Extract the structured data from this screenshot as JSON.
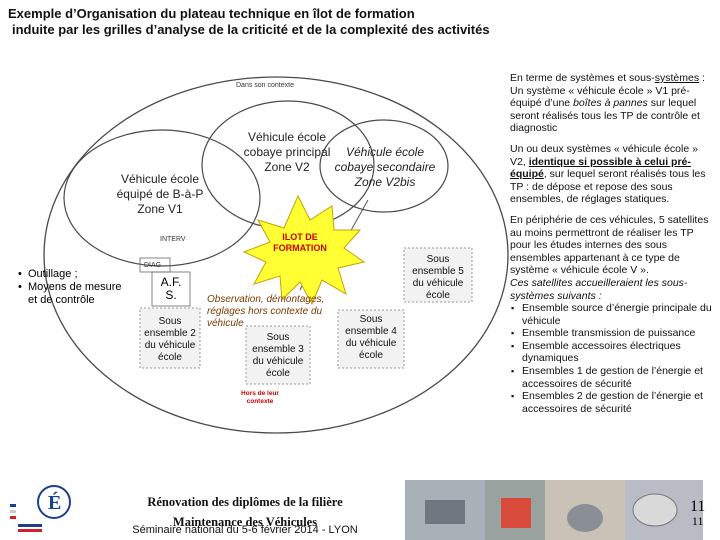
{
  "title": {
    "line1": "Exemple d’Organisation du plateau technique en îlot de formation",
    "line2": "induite par les grilles d’analyse de la criticité et de la complexité des activités"
  },
  "diagram": {
    "context_label": "Dans son contexte",
    "main_vehicle": [
      "Véhicule école",
      "cobaye principal",
      "Zone V2"
    ],
    "secondary_vehicle": [
      "Véhicule école",
      "cobaye secondaire",
      "Zone V2bis"
    ],
    "bap_vehicle": [
      "Véhicule école",
      "équipé de B-à-P",
      "Zone V1"
    ],
    "interv_label": "INTERV",
    "diag_label": "DIAG",
    "af_label": [
      "A.F.",
      "S."
    ],
    "ilot_label": [
      "ILOT DE",
      "FORMATION"
    ],
    "observation": [
      "Observation, démontages,",
      "réglages hors contexte du",
      "véhicule"
    ],
    "subset2": [
      "Sous",
      "ensemble 2",
      "du véhicule",
      "école"
    ],
    "subset3": [
      "Sous",
      "ensemble 3",
      "du véhicule",
      "école"
    ],
    "subset4": [
      "Sous",
      "ensemble 4",
      "du véhicule",
      "école"
    ],
    "subset5": [
      "Sous",
      "ensemble 5",
      "du véhicule",
      "école"
    ],
    "out_of_context": [
      "Hors de leur",
      "contexte"
    ],
    "colors": {
      "ellipse_stroke": "#4a4a4a",
      "star_fill": "#ffff33",
      "star_stroke": "#c8a000",
      "ilot_text": "#cc0000",
      "out_text": "#cc0000",
      "observation_text": "#7a3b00",
      "box_fill": "#f2f2f2"
    }
  },
  "left_list": [
    "Outillage ;",
    "Moyens de mesure et de contrôle"
  ],
  "right_col": {
    "p1_a": "En terme de systèmes et sous-",
    "p1_b": "systèmes",
    "p1_c": " :",
    "p1_d": "Un système « véhicule école » V1 pré-équipé d’une ",
    "p1_e": "boîtes à pannes",
    "p1_f": " sur lequel seront réalisés tous les TP de contrôle et diagnostic",
    "p2_a": "Un ou deux systèmes « véhicule école » V2, ",
    "p2_b": "identique si possible à celui pré-équipé",
    "p2_c": ", sur lequel seront réalisés tous les TP : de dépose et repose des sous ensembles, de réglages statiques.",
    "p3": "En périphérie de ces véhicules, 5 satellites au moins permettront de réaliser les TP pour les études internes des sous ensembles appartenant à ce type de système « véhicule école V ».",
    "p4": "Ces satellites accueilleraient les sous-systèmes suivants :",
    "items": [
      "Ensemble source d’énergie principale du véhicule",
      "Ensemble transmission de puissance",
      "Ensemble accessoires électriques dynamiques",
      "Ensembles 1 de gestion de l’énergie et accessoires de sécurité",
      "Ensembles 2 de gestion de l’énergie et accessoires de sécurité"
    ]
  },
  "footer": {
    "line1": "Rénovation des diplômes de la filière",
    "line2": "Maintenance des Véhicules",
    "line3": "Séminaire national du 5-6 février 2014 - LYON"
  },
  "page_number": "11",
  "page_number_small": "11",
  "logo": {
    "icon": "ministry-logo-icon"
  },
  "photo": {
    "icon": "workshop-photo-icon"
  }
}
